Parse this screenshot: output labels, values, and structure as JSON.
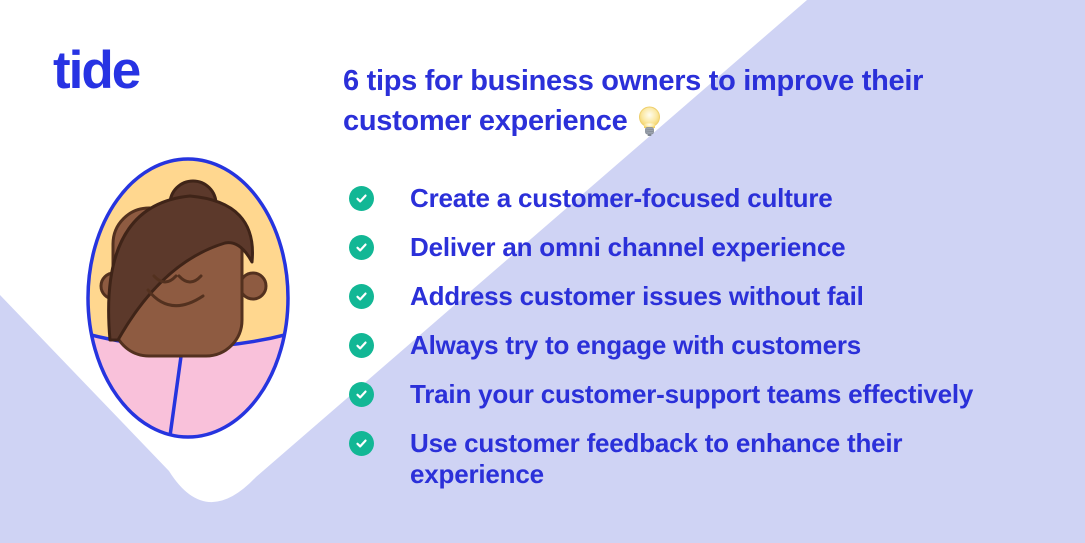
{
  "brand": {
    "name": "tide"
  },
  "header": {
    "title_line1": "6 tips for business owners to improve their",
    "title_line2": "customer experience",
    "title_emoji": "light-bulb"
  },
  "tips": [
    {
      "label": "Create a customer-focused culture"
    },
    {
      "label": "Deliver an omni channel experience"
    },
    {
      "label": "Address customer issues without fail"
    },
    {
      "label": "Always try to engage with customers"
    },
    {
      "label": "Train your customer-support teams effectively"
    },
    {
      "label": "Use customer feedback to enhance their experience"
    }
  ],
  "icons": {
    "check": "checkmark-in-green-circle",
    "lightbulb": "yellow-light-bulb-emoji"
  },
  "colors": {
    "background": "#CFD3F4",
    "panel_white": "#FFFFFF",
    "text_blue": "#2B30D9",
    "logo_blue": "#2733E3",
    "check_green": "#12B795",
    "avatar_outline": "#2634DF",
    "avatar_yellow": "#FFD78F",
    "avatar_pink": "#F9C1DA",
    "avatar_skin": "#8E5B41",
    "avatar_skin_line": "#53311F",
    "avatar_hair": "#5C392B",
    "avatar_hair_line": "#3F2418"
  }
}
